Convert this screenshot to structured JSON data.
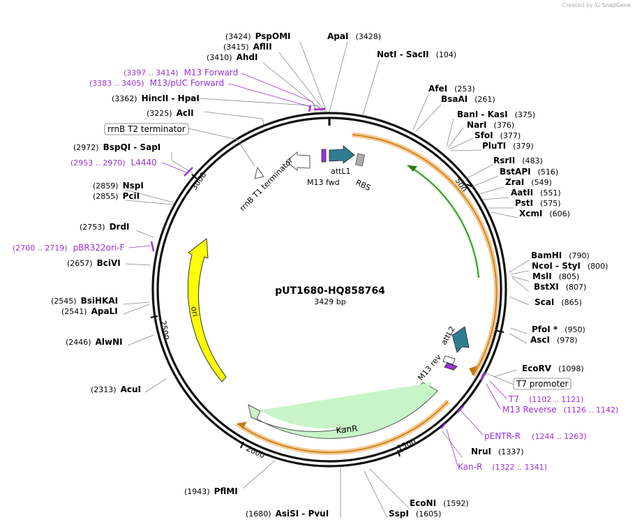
{
  "credit": {
    "text": "Created by",
    "brand": "SnapGene"
  },
  "plasmid": {
    "name": "pUT1680-HQ858764",
    "size": "3429 bp"
  },
  "ruler": [
    "500",
    "1000",
    "1500",
    "2000",
    "2500",
    "3000"
  ],
  "enzymes": [
    {
      "id": "apai",
      "name": "ApaI",
      "pos": "(3428)"
    },
    {
      "id": "pspomi",
      "name": "PspOMI",
      "pos": "(3424)"
    },
    {
      "id": "aflii",
      "name": "AflII",
      "pos": "(3415)"
    },
    {
      "id": "ahdi",
      "name": "AhdI",
      "pos": "(3410)"
    },
    {
      "id": "notisacii",
      "name": "NotI  -  SacII",
      "pos": "(104)"
    },
    {
      "id": "hincii",
      "name": "HincII  -  HpaI",
      "pos": "(3362)"
    },
    {
      "id": "acli",
      "name": "AclI",
      "pos": "(3225)"
    },
    {
      "id": "afei",
      "name": "AfeI",
      "pos": "(253)"
    },
    {
      "id": "bsaai",
      "name": "BsaAI",
      "pos": "(261)"
    },
    {
      "id": "bani",
      "name": "BanI  -  KasI",
      "pos": "(375)"
    },
    {
      "id": "nari",
      "name": "NarI",
      "pos": "(376)"
    },
    {
      "id": "sfoi",
      "name": "SfoI",
      "pos": "(377)"
    },
    {
      "id": "pluti",
      "name": "PluTI",
      "pos": "(379)"
    },
    {
      "id": "bspqi",
      "name": "BspQI  -  SapI",
      "pos": "(2972)"
    },
    {
      "id": "rsrii",
      "name": "RsrII",
      "pos": "(483)"
    },
    {
      "id": "bstapi",
      "name": "BstAPI",
      "pos": "(516)"
    },
    {
      "id": "zrai",
      "name": "ZraI",
      "pos": "(549)"
    },
    {
      "id": "aatii",
      "name": "AatII",
      "pos": "(551)"
    },
    {
      "id": "psti",
      "name": "PstI",
      "pos": "(575)"
    },
    {
      "id": "xcmi",
      "name": "XcmI",
      "pos": "(606)"
    },
    {
      "id": "nspi",
      "name": "NspI",
      "pos": "(2859)"
    },
    {
      "id": "pcii",
      "name": "PciI",
      "pos": "(2855)"
    },
    {
      "id": "drdi",
      "name": "DrdI",
      "pos": "(2753)"
    },
    {
      "id": "bcivi",
      "name": "BciVI",
      "pos": "(2657)"
    },
    {
      "id": "bamhi",
      "name": "BamHI",
      "pos": "(790)"
    },
    {
      "id": "ncoi",
      "name": "NcoI  -  StyI",
      "pos": "(800)"
    },
    {
      "id": "msli",
      "name": "MslI",
      "pos": "(805)"
    },
    {
      "id": "bstxi",
      "name": "BstXI",
      "pos": "(807)"
    },
    {
      "id": "scai",
      "name": "ScaI",
      "pos": "(865)"
    },
    {
      "id": "bsihkai",
      "name": "BsiHKAI",
      "pos": "(2545)"
    },
    {
      "id": "apali",
      "name": "ApaLI",
      "pos": "(2541)"
    },
    {
      "id": "pfoi",
      "name": "PfoI *",
      "pos": "(950)"
    },
    {
      "id": "asci",
      "name": "AscI",
      "pos": "(978)"
    },
    {
      "id": "alwni",
      "name": "AlwNI",
      "pos": "(2446)"
    },
    {
      "id": "ecorv",
      "name": "EcoRV",
      "pos": "(1098)"
    },
    {
      "id": "acui",
      "name": "AcuI",
      "pos": "(2313)"
    },
    {
      "id": "nrui",
      "name": "NruI",
      "pos": "(1337)"
    },
    {
      "id": "econi",
      "name": "EcoNI",
      "pos": "(1592)"
    },
    {
      "id": "pflmi",
      "name": "PflMI",
      "pos": "(1943)"
    },
    {
      "id": "asisi",
      "name": "AsiSI  -  PvuI",
      "pos": "(1680)"
    },
    {
      "id": "sspi",
      "name": "SspI",
      "pos": "(1605)"
    }
  ],
  "primers": [
    {
      "id": "m13fwd",
      "name": "M13 Forward",
      "pos": "(3397 .. 3414)"
    },
    {
      "id": "m13puc",
      "name": "M13/pUC Forward",
      "pos": "(3383 .. 3405)"
    },
    {
      "id": "l4440",
      "name": "L4440",
      "pos": "(2953 .. 2970)"
    },
    {
      "id": "pbr322",
      "name": "pBR322ori-F",
      "pos": "(2700 .. 2719)"
    },
    {
      "id": "t7",
      "name": "T7",
      "pos": "(1102 .. 1121)"
    },
    {
      "id": "m13rev",
      "name": "M13 Reverse",
      "pos": "(1126 .. 1142)"
    },
    {
      "id": "pentr",
      "name": "pENTR-R",
      "pos": "(1244 .. 1263)"
    },
    {
      "id": "kanr",
      "name": "Kan-R",
      "pos": "(1322 .. 1341)"
    }
  ],
  "boxed": {
    "rrnb_t2": "rrnB T2 terminator",
    "t7_promoter": "T7 promoter"
  },
  "features": {
    "attl1": "attL1",
    "m13fwd": "M13 fwd",
    "rbs": "RBS",
    "rrnb_t1": "rrnB T1 terminator",
    "attl2": "attL2",
    "m13rev": "M13 rev",
    "kanr": "KanR",
    "ori": "ori"
  },
  "colors": {
    "primer": "#9b30d9",
    "orf": "#f0a030",
    "kanr": "#c8f5c8",
    "ori": "#ffff00",
    "att": "#2e7d91",
    "backbone": "#111111"
  }
}
